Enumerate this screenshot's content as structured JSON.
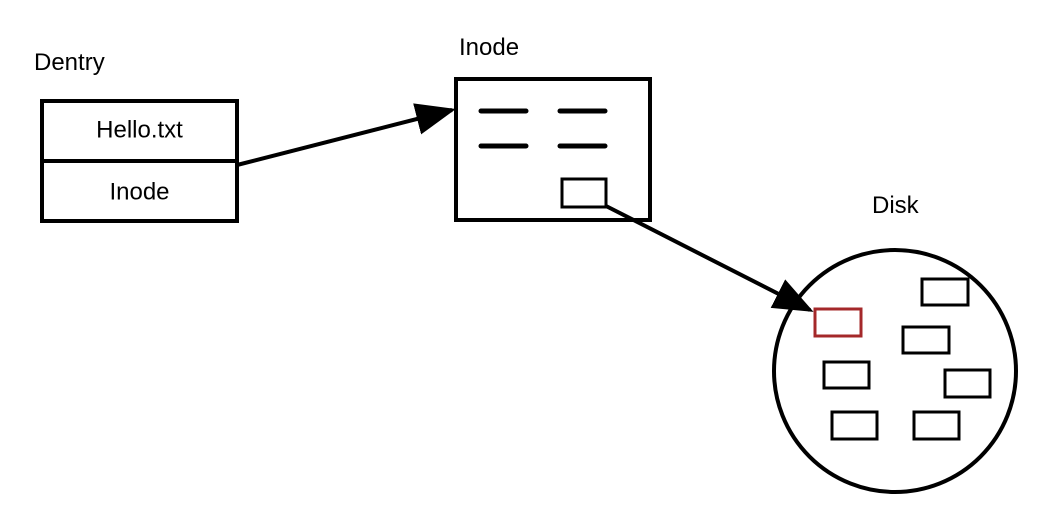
{
  "dentry": {
    "title": "Dentry",
    "rows": [
      "Hello.txt",
      "Inode"
    ]
  },
  "inode": {
    "title": "Inode"
  },
  "disk": {
    "title": "Disk",
    "colors": {
      "highlighted_block": "#a4282a",
      "normal_block": "#000000"
    }
  }
}
